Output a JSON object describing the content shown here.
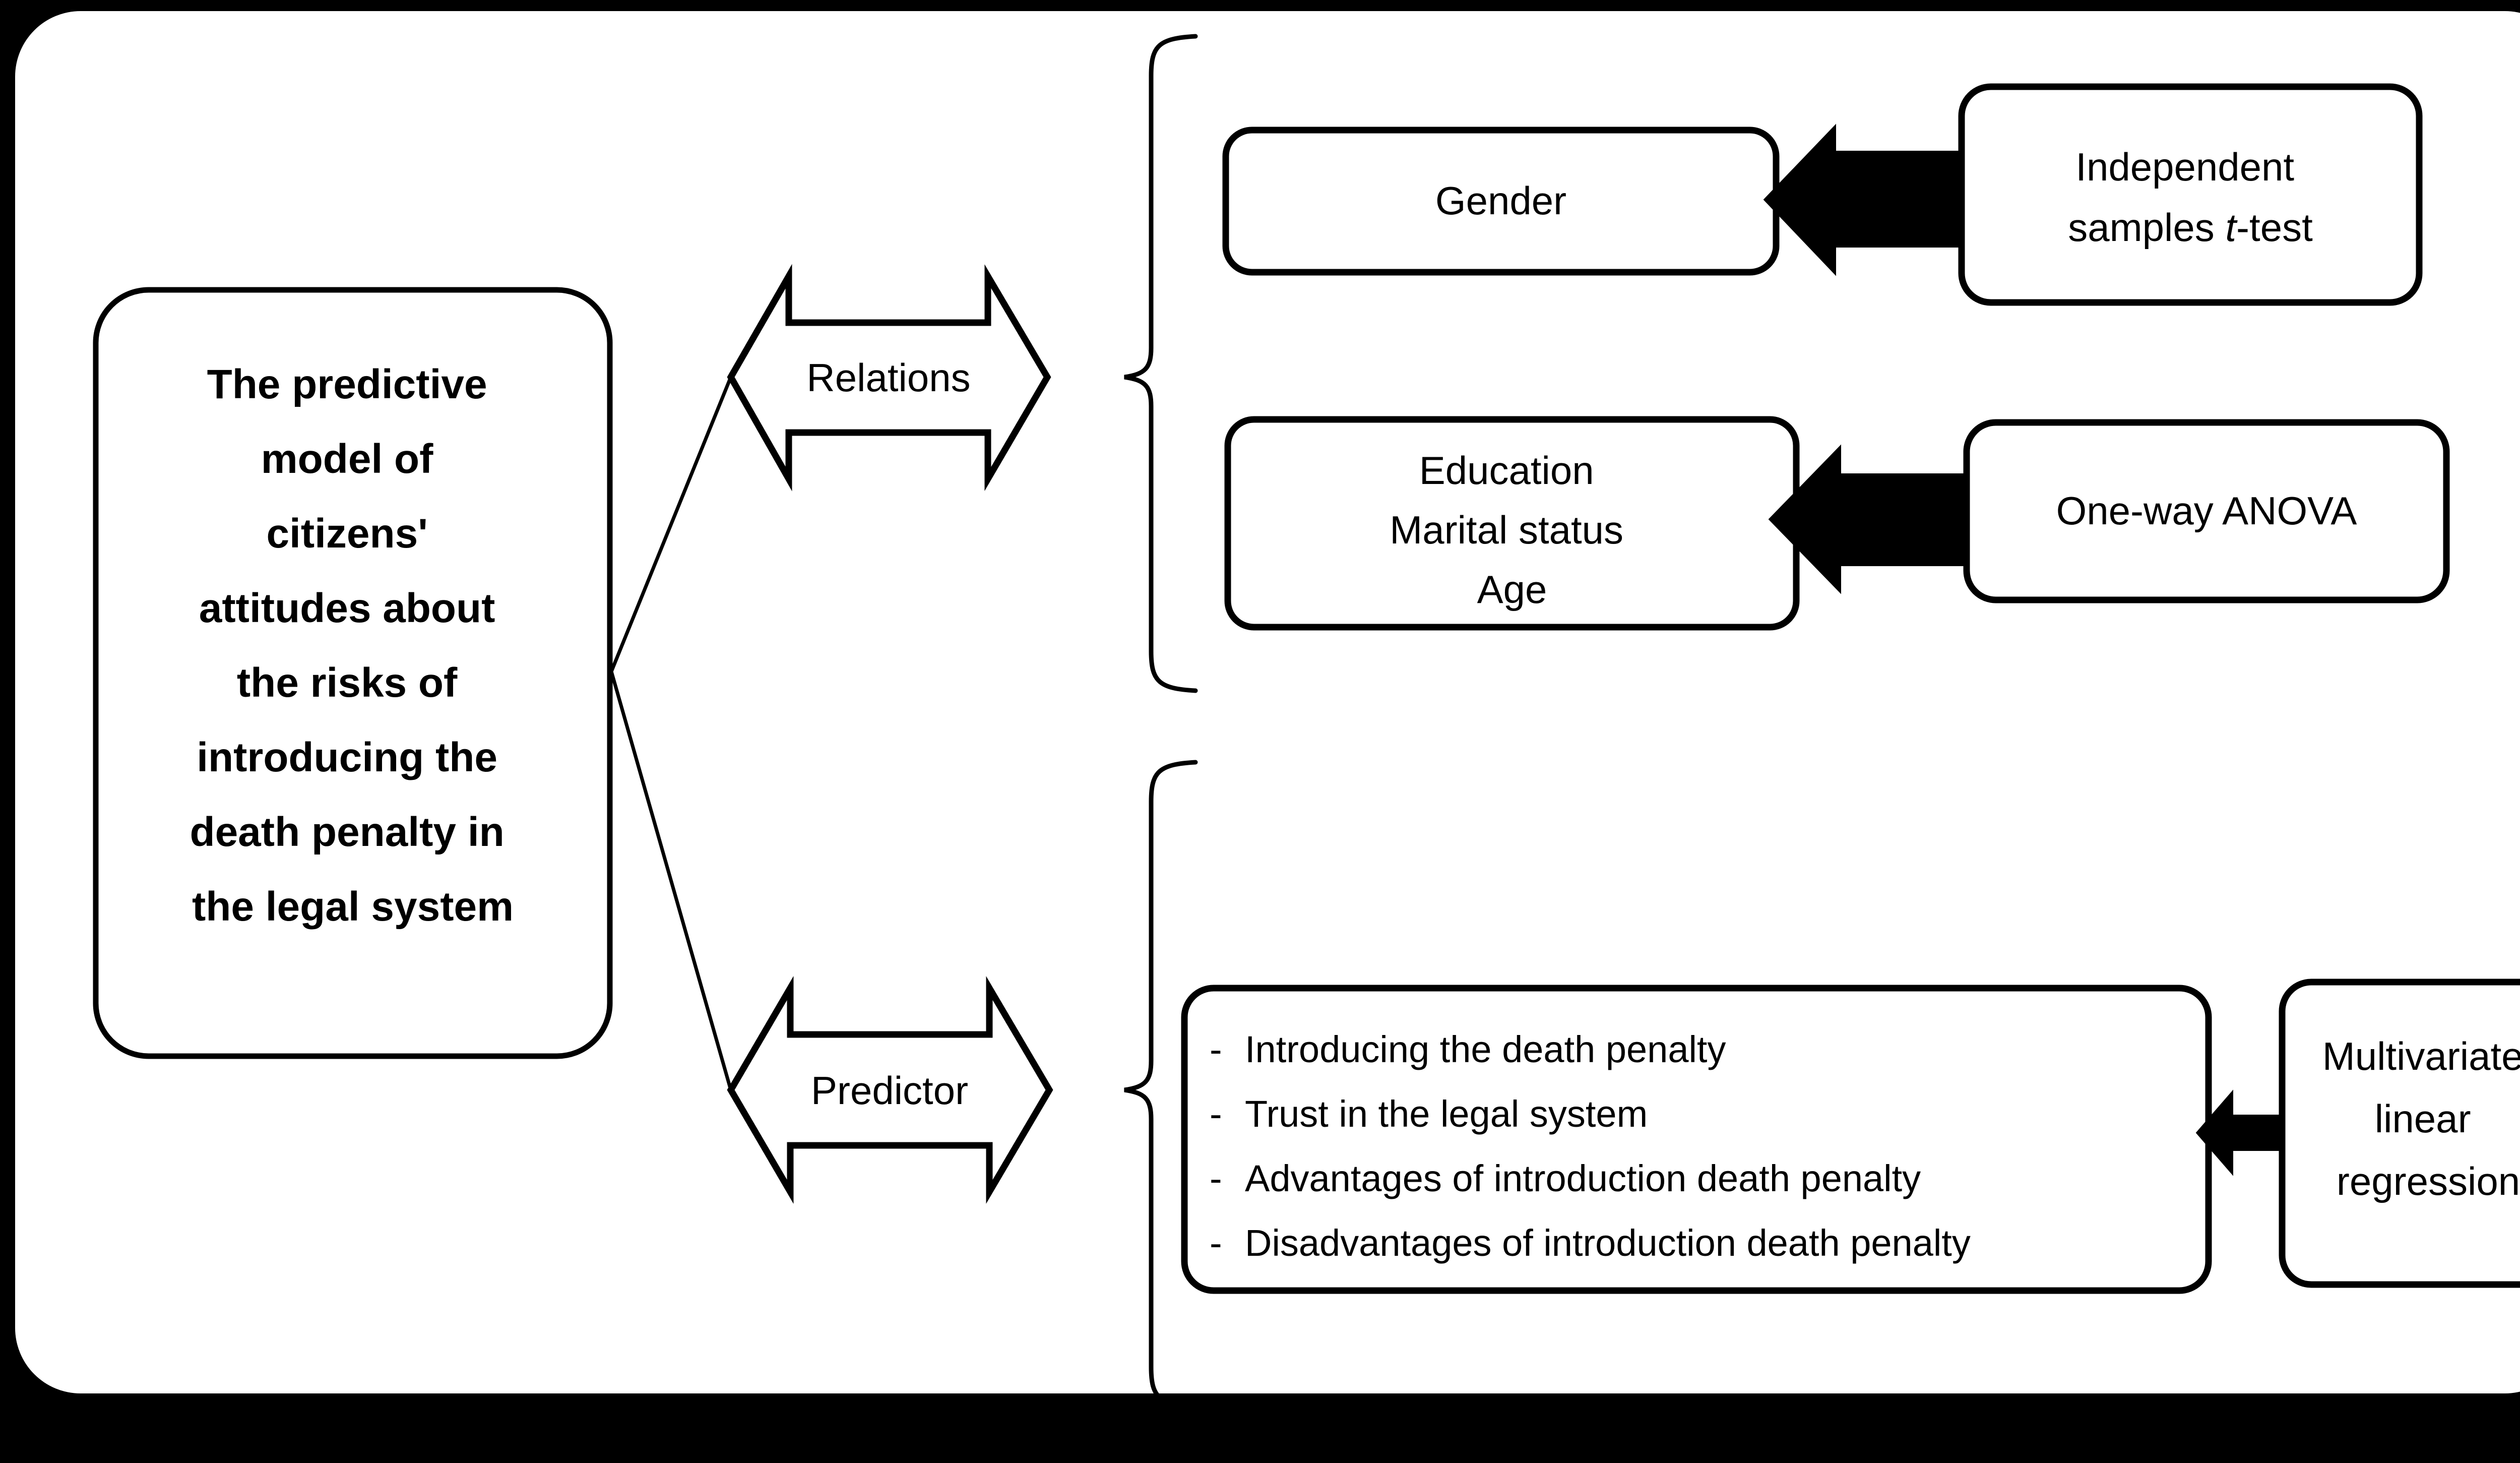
{
  "figure": {
    "type": "flow-diagram",
    "background_color": "#000000",
    "panel_color": "#ffffff",
    "stroke_color": "#000000"
  },
  "main_box": {
    "name": "predictive-model-box",
    "lines": [
      "The predictive",
      "model of",
      "citizens'",
      "attitudes about",
      "the risks of",
      "introducing the",
      "death penalty in",
      "the legal system"
    ],
    "bold": true
  },
  "branches": [
    {
      "id": "relations",
      "arrow_label": "Relations",
      "targets": [
        {
          "id": "gender",
          "lines": [
            "Gender"
          ],
          "method": {
            "id": "t-test",
            "lines": [
              "Independent",
              "samples t-test"
            ],
            "italic_token": "t"
          }
        },
        {
          "id": "demographics",
          "lines": [
            "Education",
            "Marital status",
            "Age"
          ],
          "method": {
            "id": "anova",
            "lines": [
              "One-way ANOVA"
            ],
            "italic_token": ""
          }
        }
      ]
    },
    {
      "id": "predictor",
      "arrow_label": "Predictor",
      "targets": [
        {
          "id": "predictor-list",
          "bullet": "-",
          "items": [
            "Introducing the death penalty",
            "Trust in the legal system",
            "Advantages of introduction death penalty",
            "Disadvantages of introduction death penalty"
          ],
          "method": {
            "id": "regression",
            "lines": [
              "Multivariate",
              "linear",
              "regression"
            ],
            "italic_token": ""
          }
        }
      ]
    }
  ]
}
